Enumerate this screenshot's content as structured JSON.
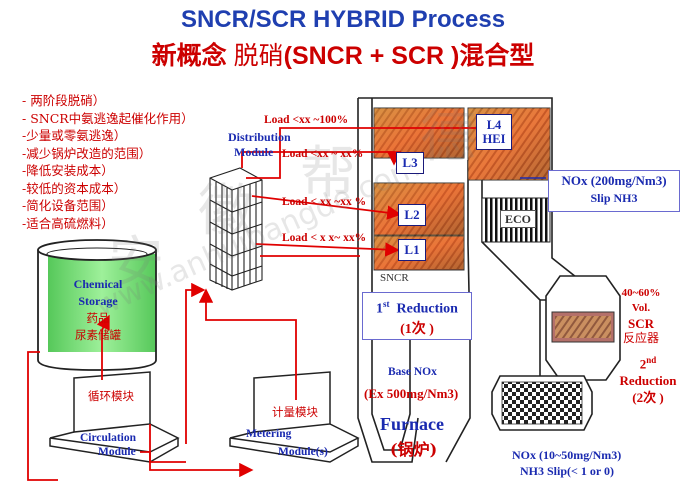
{
  "title_en": "SNCR/SCR HYBRID Process",
  "title_cn_a": "新概念 ",
  "title_cn_b": "脱硝",
  "title_cn_c": "(SNCR + SCR )混合型",
  "benefits": [
    "- 两阶段脱硝）",
    "- SNCR中氨逃逸起催化作用）",
    "-少量或零氨逃逸）",
    "-减少锅炉改造的范围）",
    "-降低安装成本）",
    "-较低的资本成本）",
    "-简化设备范围）",
    "-适合高硫燃料）"
  ],
  "load_labels": {
    "top": "Load <xx ~100%",
    "l3": "Load <xx ~ xx%",
    "l2": "Load < xx ~xx %",
    "l1": "Load < x x~ xx%"
  },
  "distribution_module": {
    "line1": "Distribution",
    "line2": "Module"
  },
  "levels": {
    "l1": "L1",
    "l2": "L2",
    "l3": "L3",
    "l4a": "L4",
    "l4b": "HEI"
  },
  "eco": "ECO",
  "sncr": "SNCR",
  "chemical": {
    "en1": "Chemical",
    "en2": "Storage",
    "cn1": "药品",
    "cn2": "尿素储罐"
  },
  "circulation": {
    "cn": "循环模块",
    "en1": "Circulation",
    "en2": "Module"
  },
  "metering": {
    "cn": "计量模块",
    "en1": "Metering",
    "en2": "Module(s)"
  },
  "reduction1": {
    "en": "1",
    "sup": "st",
    "rest": "  Reduction",
    "cn": "(1次 )"
  },
  "base_nox": {
    "line1": "Base NOx",
    "line2": "(Ex  500mg/Nm3)"
  },
  "furnace": {
    "en": "Furnace",
    "cn": "(锅炉)"
  },
  "nox_top": {
    "line1": "NOx (200mg/Nm3)",
    "line2": "Slip NH3"
  },
  "scr": {
    "line1": "40~60%",
    "line2": "Vol.",
    "line3": "SCR",
    "line4": "反应器"
  },
  "reduction2": {
    "num": "2",
    "sup": "nd",
    "line2": "Reduction",
    "line3": "(2次 )"
  },
  "nox_bottom": {
    "line1": "NOx (10~50mg/Nm3)",
    "line2": "NH3 Slip(< 1 or  0)"
  },
  "watermark": {
    "cn1": "安",
    "cn2": "徽",
    "cn3": "帮",
    "cn4": "德",
    "url": "www.anhuibangde.com"
  },
  "colors": {
    "title_blue": "#1f3fb0",
    "red": "#cc0000",
    "navy": "#1a2ab0",
    "tank_green": "#7fe07f"
  }
}
